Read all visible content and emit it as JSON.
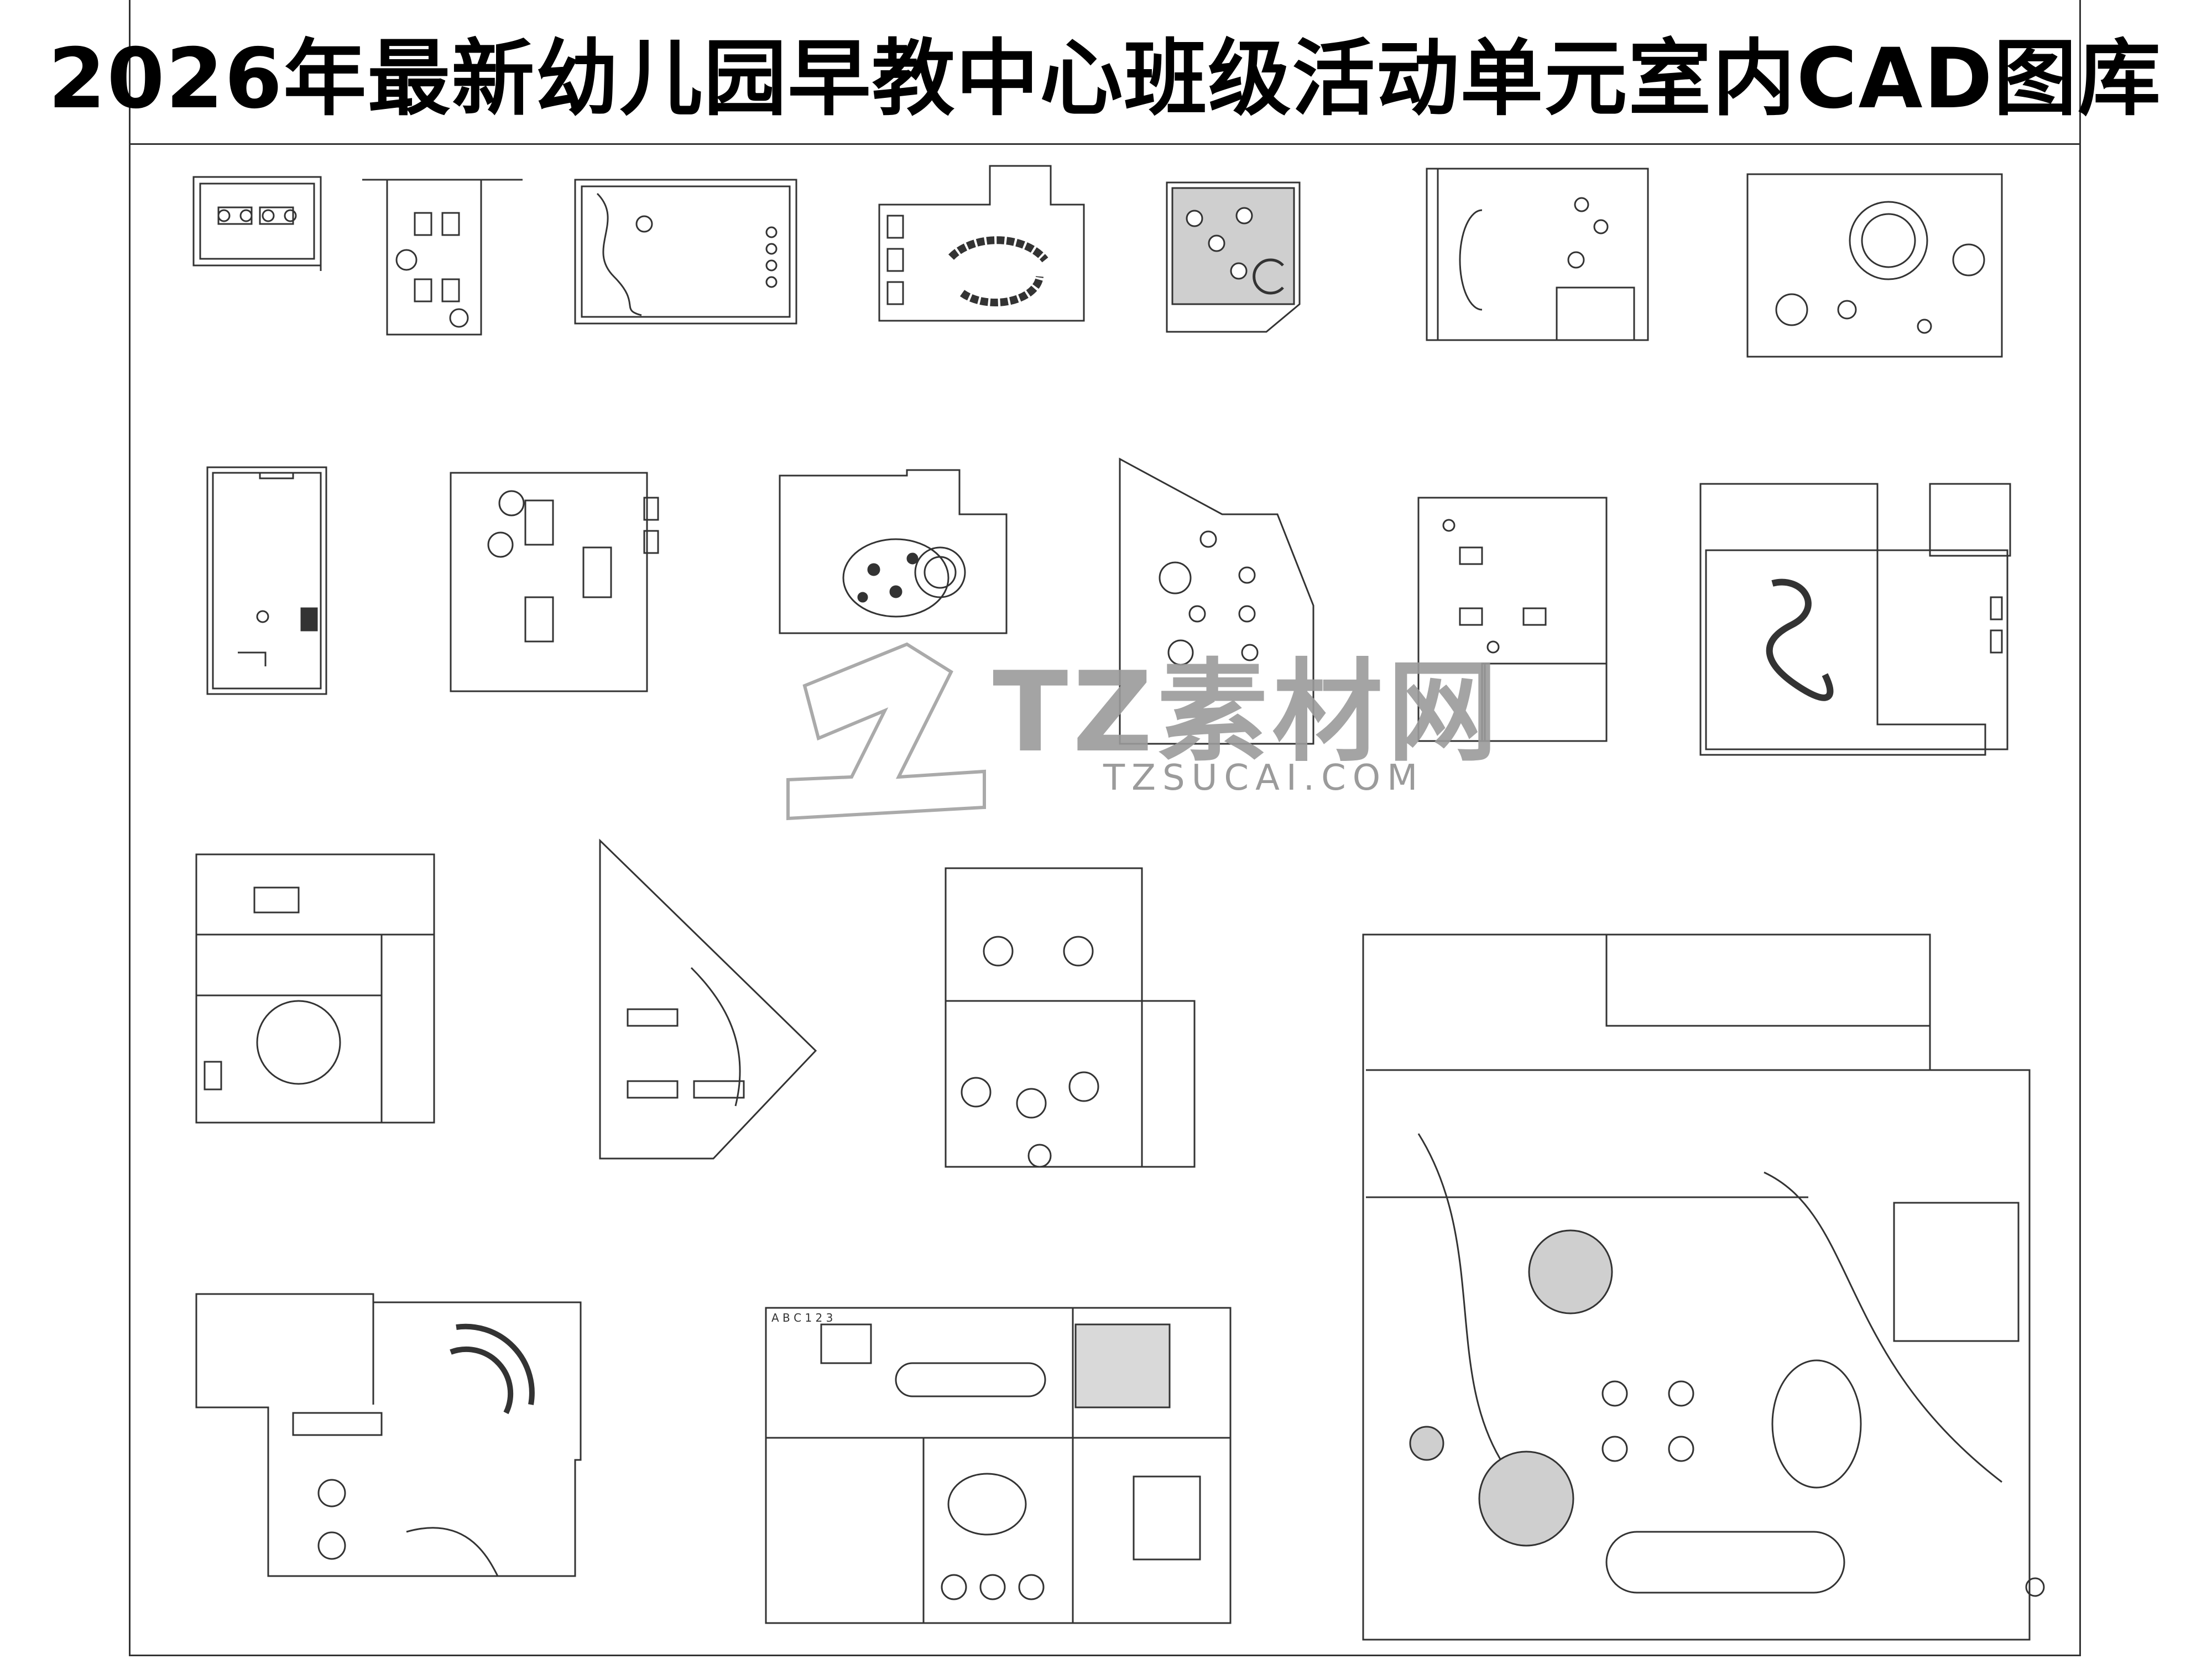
{
  "header": {
    "title": "2026年最新幼儿园早教中心班级活动单元室内CAD图库"
  },
  "watermark": {
    "name": "TZ素材网",
    "url": "TZSUCAI.COM"
  },
  "colors": {
    "line": "#333333",
    "fill_hatch": "#bdbdbd",
    "watermark": "#9b9b9b"
  },
  "plans": {
    "count": 19,
    "alphabet_strip": "A B C 1 2 3"
  }
}
